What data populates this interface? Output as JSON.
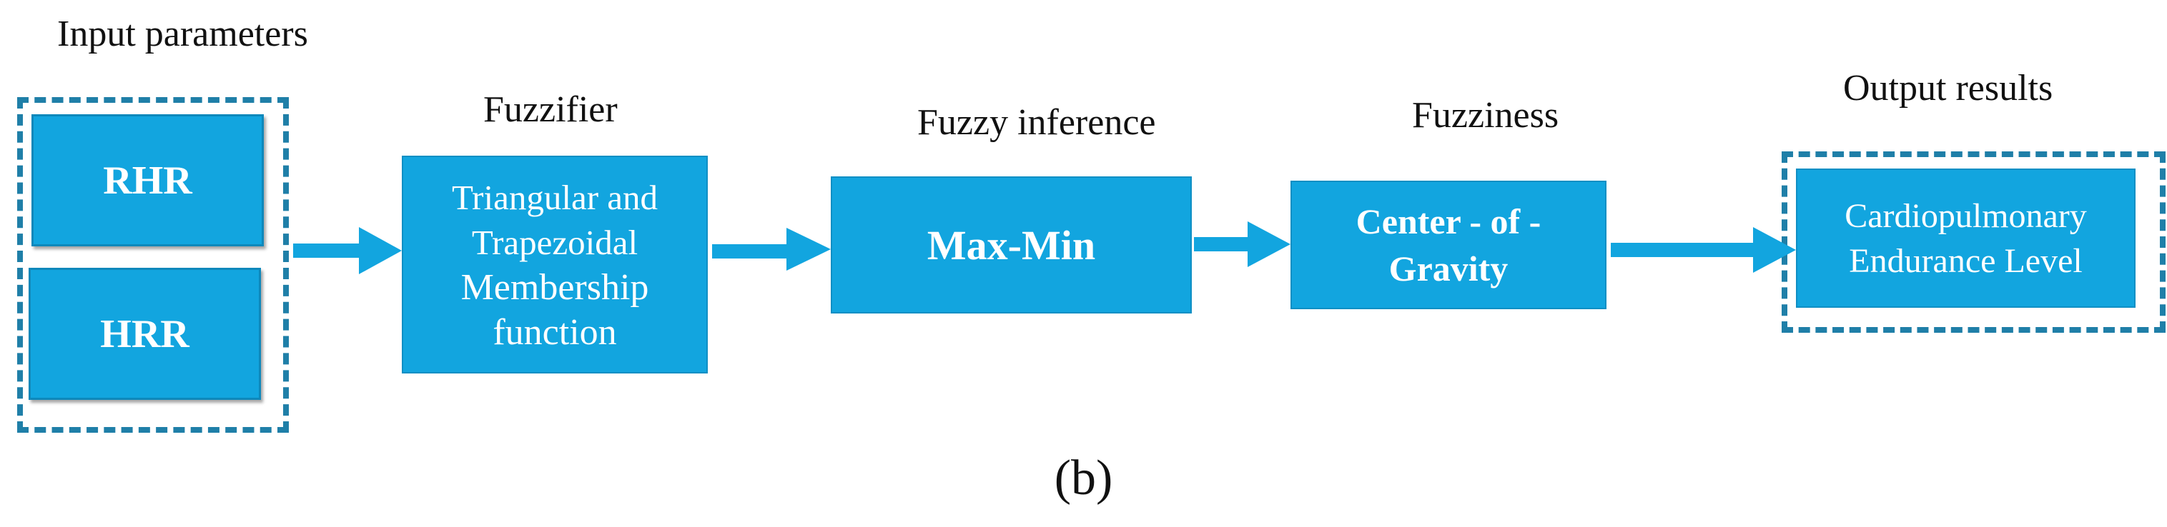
{
  "labels": {
    "input": "Input parameters",
    "fuzzifier": "Fuzzifier",
    "inference": "Fuzzy inference",
    "fuzziness": "Fuzziness",
    "output": "Output results"
  },
  "inputs": {
    "rhr": "RHR",
    "hrr": "HRR"
  },
  "boxes": {
    "fuzzifier": [
      "Triangular and",
      "Trapezoidal",
      "Membership",
      "function"
    ],
    "inference": "Max-Min",
    "defuzz": [
      "Center - of -",
      "Gravity"
    ],
    "output": [
      "Cardiopulmonary",
      "Endurance Level"
    ]
  },
  "caption": "(b)",
  "colors": {
    "box_fill": "#12a5df",
    "dashed_border": "#1f7fa8",
    "box_text": "#ffffff"
  }
}
